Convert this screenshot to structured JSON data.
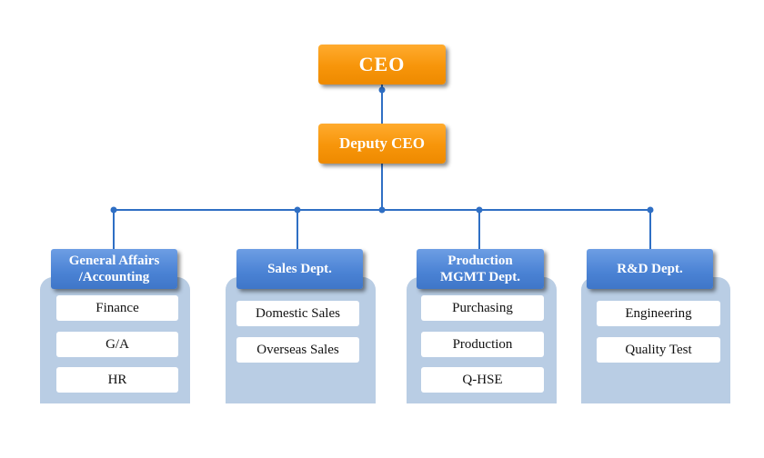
{
  "ceo": "CEO",
  "deputy": "Deputy CEO",
  "departments": [
    {
      "name": "General Affairs\n/Accounting",
      "items": [
        "Finance",
        "G/A",
        "HR"
      ]
    },
    {
      "name": "Sales Dept.",
      "items": [
        "Domestic Sales",
        "Overseas Sales"
      ]
    },
    {
      "name": "Production\nMGMT Dept.",
      "items": [
        "Purchasing",
        "Production",
        "Q-HSE"
      ]
    },
    {
      "name": "R&D Dept.",
      "items": [
        "Engineering",
        "Quality Test"
      ]
    }
  ],
  "colors": {
    "executive": "#f7950a",
    "department_header": "#4a82d4",
    "panel": "#b9cde4",
    "connector": "#2f6fc4"
  }
}
